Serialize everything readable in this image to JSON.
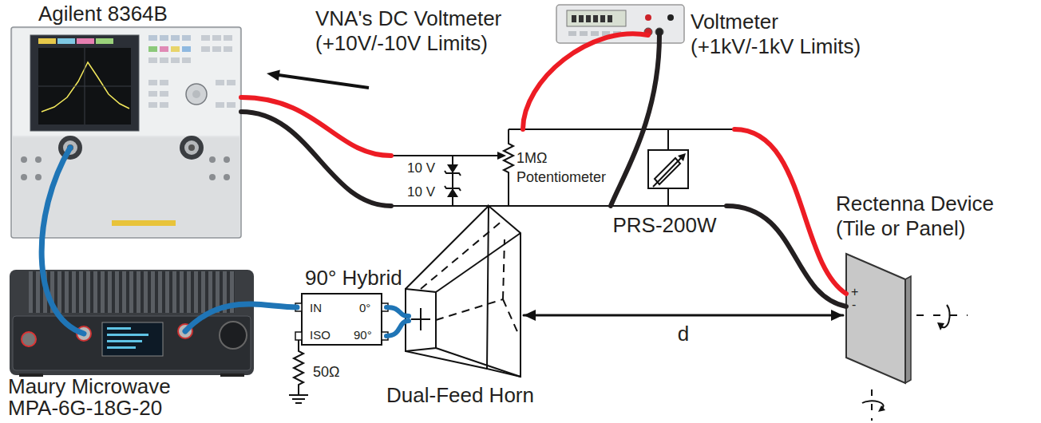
{
  "diagram": {
    "nodes": [
      {
        "text": [
          "Agilent 8364B"
        ]
      },
      {
        "text": [
          "Voltmeter (+1kV/-1kV Limits)"
        ]
      },
      {
        "text": [
          "PRS-200W"
        ]
      },
      {
        "text": [
          "Rectenna Device (Tile or Panel)",
          "+",
          "-"
        ]
      },
      {
        "text": [
          "Maury Microwave MPA-6G-18G-20"
        ]
      },
      {
        "text": [
          "90° Hybrid",
          "IN",
          "0°",
          "ISO",
          "90°"
        ]
      },
      {
        "text": [
          "Dual-Feed Horn"
        ]
      }
    ],
    "edges": [
      {
        "from": 0,
        "to": 4,
        "arrow": "none"
      },
      {
        "from": 4,
        "to": 5,
        "arrow": "none"
      },
      {
        "from": 5,
        "to": 6,
        "arrow": "none"
      },
      {
        "from": 5,
        "to": 6,
        "arrow": "none"
      },
      {
        "from": 6,
        "to": 3,
        "label": "d",
        "arrow": "both"
      },
      {
        "from": 0,
        "to": 2,
        "arrow": "none"
      },
      {
        "from": 1,
        "to": 2,
        "arrow": "none"
      },
      {
        "from": 3,
        "to": 2,
        "arrow": "none"
      }
    ],
    "labels": [
      "VNA's DC Voltmeter (+10V/-10V Limits)",
      "10 V",
      "10 V",
      "1MΩ Potentiometer",
      "50Ω"
    ]
  }
}
